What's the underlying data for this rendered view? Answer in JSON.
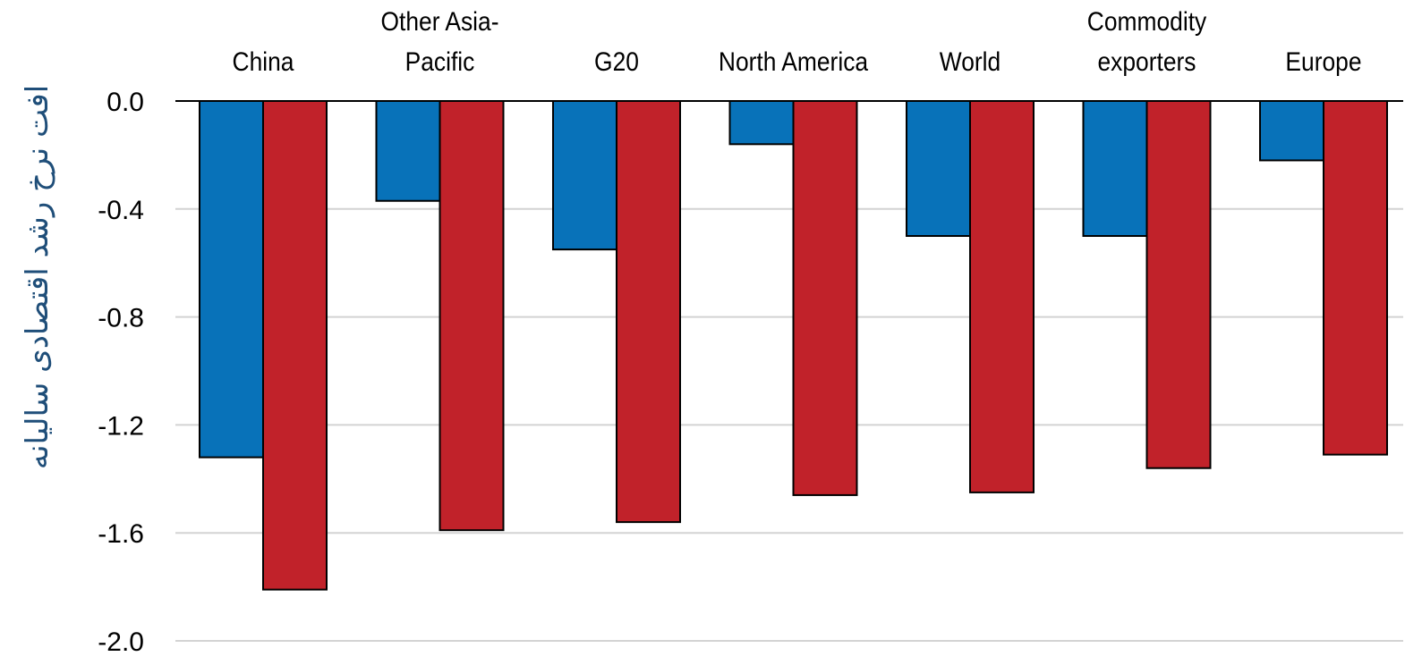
{
  "chart_data": {
    "type": "bar",
    "title": "",
    "xlabel": "",
    "ylabel": "افت نرخ رشد اقتصادی سالیانه",
    "categories": [
      [
        "China"
      ],
      [
        "Other Asia-",
        "Pacific"
      ],
      [
        "G20"
      ],
      [
        "North America"
      ],
      [
        "World"
      ],
      [
        "Commodity",
        "exporters"
      ],
      [
        "Europe"
      ]
    ],
    "series": [
      {
        "values": [
          -1.32,
          -0.37,
          -0.55,
          -0.16,
          -0.5,
          -0.5,
          -0.22
        ],
        "color": "#0872b9"
      },
      {
        "values": [
          -1.81,
          -1.59,
          -1.56,
          -1.46,
          -1.45,
          -1.36,
          -1.31
        ],
        "color": "#c1222a"
      }
    ],
    "yticks": [
      "0.0",
      "-0.4",
      "-0.8",
      "-1.2",
      "-1.6",
      "-2.0"
    ],
    "ylim": [
      -2.0,
      0.0
    ],
    "grid": true,
    "x_labels_position": "top",
    "gridline_color": "#d3d3d3",
    "axis_color": "#000000"
  }
}
